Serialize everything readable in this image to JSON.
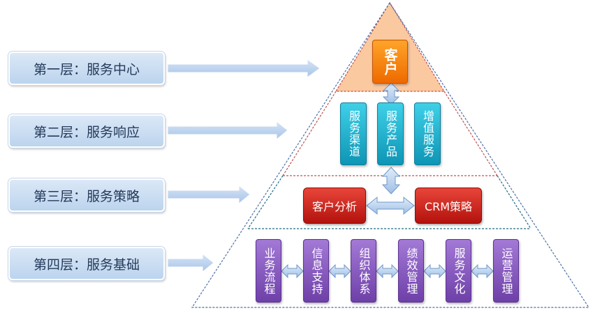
{
  "layers": [
    {
      "label": "第一层：服务中心"
    },
    {
      "label": "第二层：服务响应"
    },
    {
      "label": "第三层：服务策略"
    },
    {
      "label": "第四层：服务基础"
    }
  ],
  "tier1": {
    "customer": "客户"
  },
  "tier2": {
    "items": [
      "服务渠道",
      "服务产品",
      "增值服务"
    ]
  },
  "tier3": {
    "left": "客户分析",
    "right": "CRM策略"
  },
  "tier4": {
    "items": [
      "业务流程",
      "信息支持",
      "组织体系",
      "绩效管理",
      "服务文化",
      "运营管理"
    ]
  },
  "colors": {
    "label_fill": "#c5d9f0",
    "arrow_fill": "#b9d1ee",
    "apex_fill": "#fbc9a0",
    "teal": "#1aa9c8",
    "red": "#d02a22",
    "purple": "#8a5cc4",
    "orange": "#f57f0a",
    "divider_red": "#c0504d",
    "divider_teal": "#1f6d80",
    "outline_blue": "#4a6fa5"
  }
}
